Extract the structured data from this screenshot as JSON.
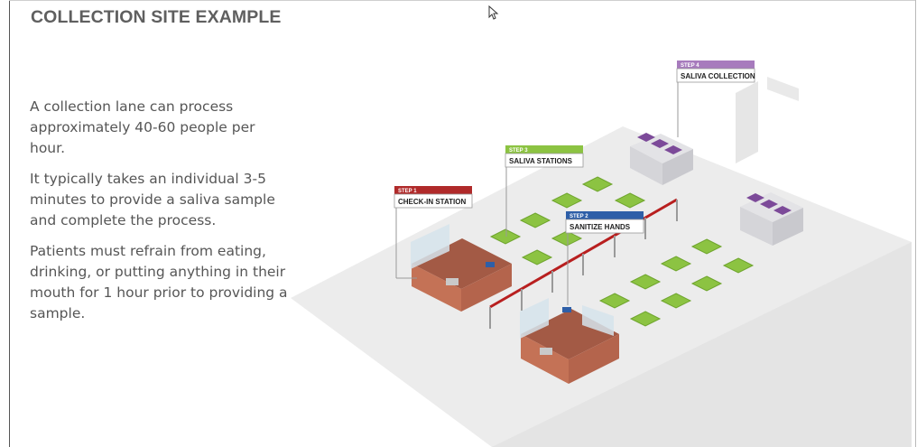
{
  "slide": {
    "title": "COLLECTION SITE EXAMPLE",
    "paragraphs": [
      "A collection lane can process approximately 40-60 people per hour.",
      "It typically takes an individual 3-5 minutes to provide a saliva sample and complete the process.",
      "Patients must refrain from eating, drinking, or putting anything in their mouth for 1 hour prior to providing a sample."
    ]
  },
  "steps": [
    {
      "tag": "STEP 1",
      "label": "CHECK-IN STATION",
      "color": "#b02a2a"
    },
    {
      "tag": "STEP 2",
      "label": "SANITIZE HANDS",
      "color": "#2e5fa8"
    },
    {
      "tag": "STEP 3",
      "label": "SALIVA STATIONS",
      "color": "#8cc342"
    },
    {
      "tag": "STEP 4",
      "label": "SALIVA COLLECTION",
      "color": "#a77bbd"
    }
  ],
  "colors": {
    "floor": "#ececec",
    "desk_top": "#a35a45",
    "desk_side": "#c47256",
    "rope": "#b81f1f",
    "pad": "#8cc342",
    "bin": "#7c4a99",
    "cabinet": "#e3e3e6",
    "title_text": "#5f5f5f",
    "body_text": "#565656"
  },
  "icons": {
    "cursor": "cursor-arrow-icon"
  }
}
